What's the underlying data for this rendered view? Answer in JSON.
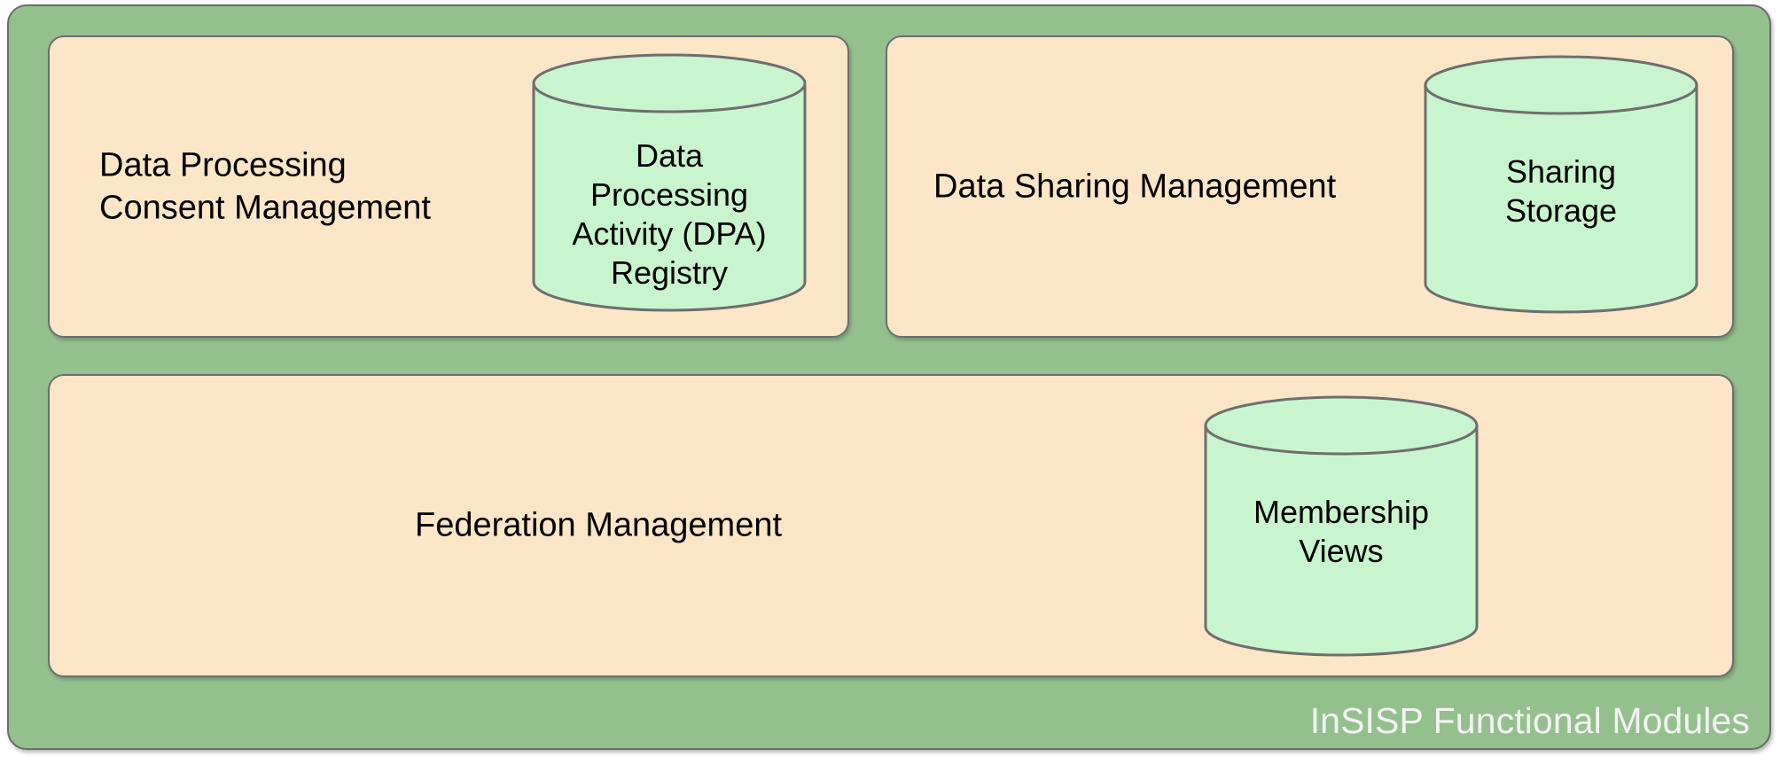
{
  "diagram": {
    "container": {
      "label": "InSISP Functional Modules",
      "fill_color": "#94c08e",
      "border_color": "#6b6b6b",
      "label_color": "#f3f3f3"
    },
    "module_fill_color": "#fce6c8",
    "store_fill_color": "#c8f5cd",
    "store_stroke_color": "#6e6e6e",
    "modules": [
      {
        "id": "data-processing-consent-management",
        "title": "Data Processing\nConsent Management",
        "store": {
          "id": "data-processing-activity-registry",
          "label": "Data\nProcessing\nActivity (DPA)\nRegistry"
        }
      },
      {
        "id": "data-sharing-management",
        "title": "Data Sharing Management",
        "store": {
          "id": "sharing-storage",
          "label": "Sharing\nStorage"
        }
      },
      {
        "id": "federation-management",
        "title": "Federation Management",
        "store": {
          "id": "membership-views",
          "label": "Membership\nViews"
        }
      }
    ]
  }
}
